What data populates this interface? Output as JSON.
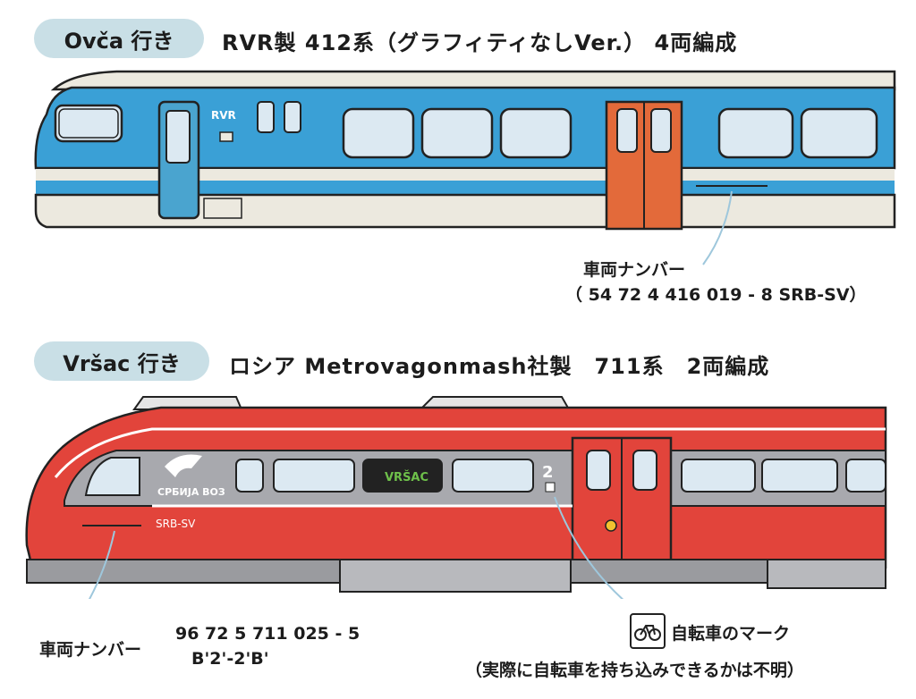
{
  "train1": {
    "dest_label": "Ovča 行き",
    "heading": "RVR製 412系（グラフィティなしVer.） 4両編成",
    "logo": "RVR",
    "number_label": "車両ナンバー",
    "number_value": "（ 54 72 4 416 019 - 8  SRB-SV）",
    "colors": {
      "stripe": "#3aa0d6",
      "body": "#ece9df",
      "door": "#e36a3a",
      "cab_door": "#4aa4cf"
    }
  },
  "train2": {
    "dest_label": "Vršac 行き",
    "heading": "ロシア Metrovagonmash社製　711系　2両編成",
    "destination_display": "VRŠAC",
    "operator_name": "СРБИЈА ВОЗ",
    "owner_code": "SRB-SV",
    "class_mark": "2",
    "number_label": "車両ナンバー",
    "number_value": "96 72 5 711 025 - 5",
    "axle_arrangement": "B'2'-2'B'",
    "bike_label": "自転車のマーク",
    "bike_note": "（実際に自転車を持ち込みできるかは不明）",
    "colors": {
      "body": "#e2443b",
      "band": "#a8a9ae",
      "roof": "#cfcfcf",
      "display": "#6ec04a"
    }
  },
  "icons": [
    "bicycle-icon",
    "srbija-voz-logo-icon"
  ]
}
